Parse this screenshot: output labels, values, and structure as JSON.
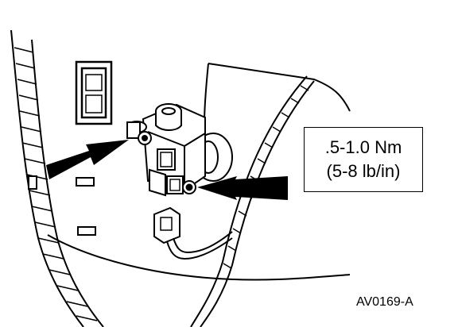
{
  "diagram": {
    "torque_spec": {
      "metric": ".5-1.0 Nm",
      "imperial": "(5-8 lb/in)"
    },
    "figure_id": "AV0169-A",
    "icons": [
      "mounting-bolt-arrow-icon",
      "mounting-bolt-arrow-icon"
    ]
  }
}
